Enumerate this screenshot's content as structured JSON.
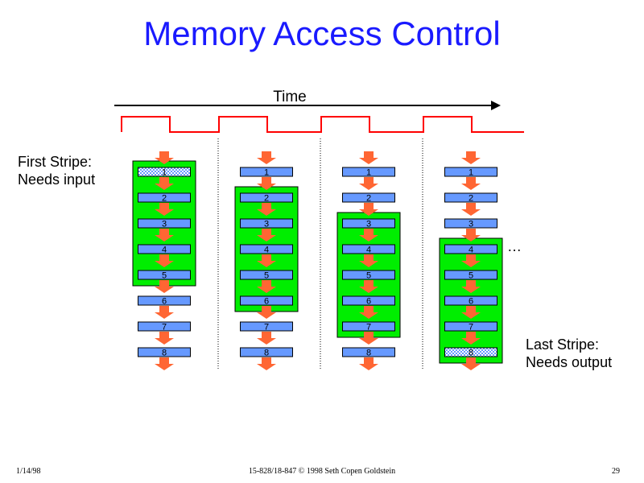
{
  "title": "Memory Access Control",
  "time_label": "Time",
  "first_stripe": {
    "line1": "First Stripe:",
    "line2": "Needs input"
  },
  "last_stripe": {
    "line1": "Last Stripe:",
    "line2": "Needs output"
  },
  "ellipsis": "…",
  "colors": {
    "title": "#1a1aff",
    "clock": "#ff0000",
    "arrow": "#ff6633",
    "bar": "#6699ff",
    "active_window": "#00ee00"
  },
  "stages": [
    "1",
    "2",
    "3",
    "4",
    "5",
    "6",
    "7",
    "8"
  ],
  "columns": [
    {
      "active_start": 1,
      "active_end": 5,
      "hatched": [
        1
      ]
    },
    {
      "active_start": 2,
      "active_end": 6,
      "hatched": []
    },
    {
      "active_start": 3,
      "active_end": 7,
      "hatched": []
    },
    {
      "active_start": 4,
      "active_end": 8,
      "hatched": [
        8
      ]
    }
  ],
  "footer": {
    "date": "1/14/98",
    "course": "15-828/18-847 © 1998 Seth Copen Goldstein",
    "page": "29"
  }
}
